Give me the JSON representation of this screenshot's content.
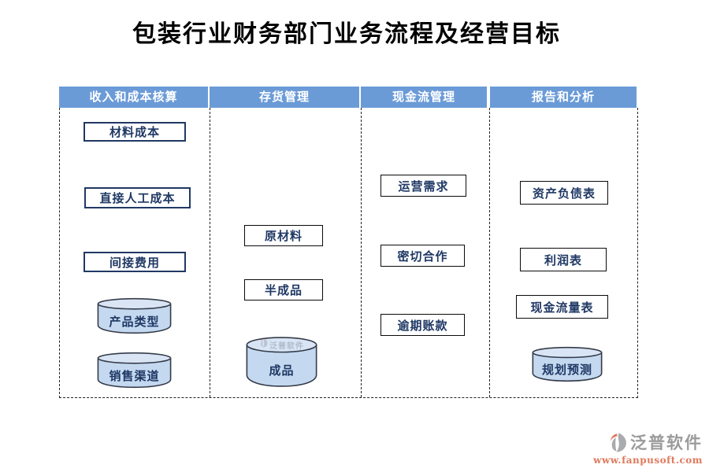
{
  "title": "包装行业财务部门业务流程及经营目标",
  "columns": [
    {
      "header": "收入和成本核算",
      "items": [
        {
          "label": "材料成本",
          "type": "box"
        },
        {
          "label": "直接人工成本",
          "type": "box"
        },
        {
          "label": "间接费用",
          "type": "box"
        },
        {
          "label": "产品类型",
          "type": "cylinder"
        },
        {
          "label": "销售渠道",
          "type": "cylinder"
        }
      ]
    },
    {
      "header": "存货管理",
      "items": [
        {
          "label": "原材料",
          "type": "box"
        },
        {
          "label": "半成品",
          "type": "box"
        },
        {
          "label": "成品",
          "type": "cylinder"
        }
      ]
    },
    {
      "header": "现金流管理",
      "items": [
        {
          "label": "运营需求",
          "type": "box"
        },
        {
          "label": "密切合作",
          "type": "box"
        },
        {
          "label": "逾期账款",
          "type": "box"
        }
      ]
    },
    {
      "header": "报告和分析",
      "items": [
        {
          "label": "资产负债表",
          "type": "box"
        },
        {
          "label": "利润表",
          "type": "box"
        },
        {
          "label": "现金流量表",
          "type": "box"
        },
        {
          "label": "规划预测",
          "type": "cylinder"
        }
      ]
    }
  ],
  "watermark": {
    "text": "泛普软件",
    "icon": "fanpu-pinwheel-leaf"
  },
  "footer_logo": {
    "brand": "泛普软件",
    "url": "www.fanpusoft.com",
    "icon": "fanpu-pinwheel-leaf"
  },
  "colors": {
    "header_bg": "#6B9BD7",
    "node_text": "#1F3864",
    "node_border_navy": "#203864",
    "cylinder_fill": "#C4D9F0",
    "cylinder_top_fill": "#D9E5F4",
    "dashed_line": "#222222",
    "logo_grey": "#9B9B9B",
    "logo_orange": "#E0795C"
  }
}
